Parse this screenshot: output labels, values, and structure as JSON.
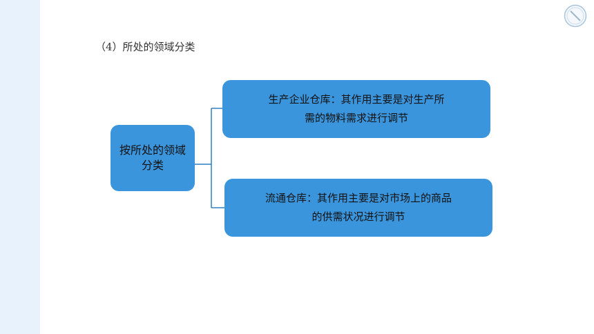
{
  "slide": {
    "heading": "（4）所处的领域分类"
  },
  "diagram": {
    "root": {
      "line1": "按所处的领域",
      "line2": "分类"
    },
    "branches": [
      {
        "line1": "生产企业仓库：其作用主要是对生产所",
        "line2": "需的物料需求进行调节"
      },
      {
        "line1": "流通仓库：其作用主要是对市场上的商品",
        "line2": "的供需状况进行调节"
      }
    ]
  },
  "colors": {
    "box_fill": "#3a95dc",
    "connector": "#2f7fc4",
    "side_strip": "#e8f2fd"
  },
  "icons": {
    "corner_logo": "circle-slash-logo-icon"
  }
}
